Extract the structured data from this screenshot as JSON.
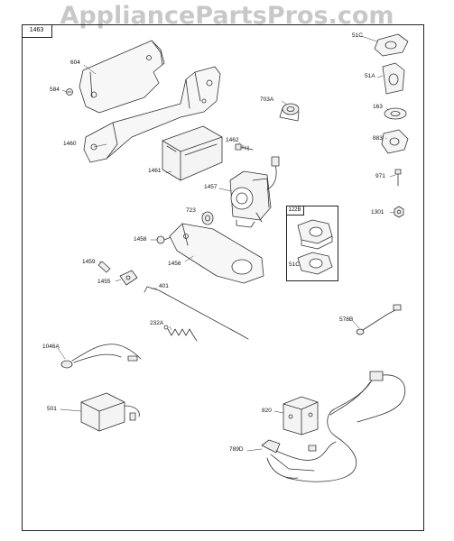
{
  "watermark": "AppliancePartsPros.com",
  "frame_label": "1463",
  "inset_label": "122B",
  "labels": {
    "p604": "604",
    "p584": "584",
    "p1460": "1460",
    "p703a": "703A",
    "p1462": "1462",
    "p1461": "1461",
    "p1457": "1457",
    "p723": "723",
    "p1458": "1458",
    "p1456": "1456",
    "p1459": "1459",
    "p1455": "1455",
    "p401": "401",
    "p232a": "232A",
    "p1046a": "1046A",
    "p501": "501",
    "p51c_top": "51C",
    "p51a": "51A",
    "p163": "163",
    "p883": "883",
    "p971": "971",
    "p1301": "1301",
    "p51c_inset": "51C",
    "p578b": "578B",
    "p820": "820",
    "p789d": "789D"
  }
}
